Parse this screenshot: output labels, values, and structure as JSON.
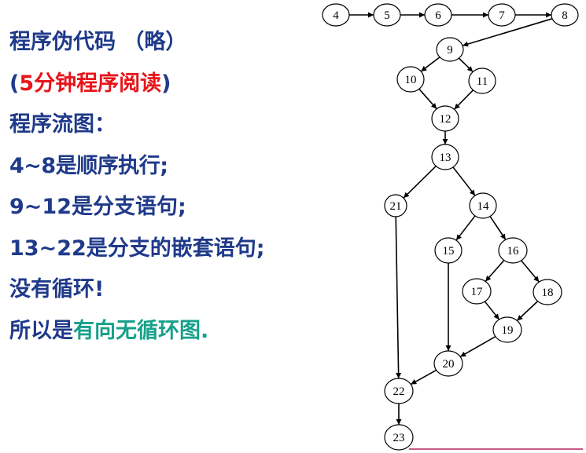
{
  "left_text": {
    "line1": "程序伪代码 （略）",
    "line2_open": "(",
    "line2_red": "5分钟程序阅读",
    "line2_close": ")",
    "line3": "程序流图：",
    "line4": "4~8是顺序执行;",
    "line5": "9~12是分支语句;",
    "line6": "13~22是分支的嵌套语句;",
    "line7": "没有循环!",
    "line8_prefix": "所以是",
    "line8_teal": "有向无循环图."
  },
  "graph": {
    "nodes": [
      {
        "id": "4",
        "label": "4"
      },
      {
        "id": "5",
        "label": "5"
      },
      {
        "id": "6",
        "label": "6"
      },
      {
        "id": "7",
        "label": "7"
      },
      {
        "id": "8",
        "label": "8"
      },
      {
        "id": "9",
        "label": "9"
      },
      {
        "id": "10",
        "label": "10"
      },
      {
        "id": "11",
        "label": "11"
      },
      {
        "id": "12",
        "label": "12"
      },
      {
        "id": "13",
        "label": "13"
      },
      {
        "id": "21",
        "label": "21"
      },
      {
        "id": "14",
        "label": "14"
      },
      {
        "id": "15",
        "label": "15"
      },
      {
        "id": "16",
        "label": "16"
      },
      {
        "id": "17",
        "label": "17"
      },
      {
        "id": "18",
        "label": "18"
      },
      {
        "id": "19",
        "label": "19"
      },
      {
        "id": "20",
        "label": "20"
      },
      {
        "id": "22",
        "label": "22"
      },
      {
        "id": "23",
        "label": "23"
      }
    ],
    "edges": [
      [
        "4",
        "5"
      ],
      [
        "5",
        "6"
      ],
      [
        "6",
        "7"
      ],
      [
        "7",
        "8"
      ],
      [
        "8",
        "9"
      ],
      [
        "9",
        "10"
      ],
      [
        "9",
        "11"
      ],
      [
        "10",
        "12"
      ],
      [
        "11",
        "12"
      ],
      [
        "12",
        "13"
      ],
      [
        "13",
        "21"
      ],
      [
        "13",
        "14"
      ],
      [
        "14",
        "15"
      ],
      [
        "14",
        "16"
      ],
      [
        "16",
        "17"
      ],
      [
        "16",
        "18"
      ],
      [
        "17",
        "19"
      ],
      [
        "18",
        "19"
      ],
      [
        "19",
        "20"
      ],
      [
        "15",
        "20"
      ],
      [
        "20",
        "22"
      ],
      [
        "21",
        "22"
      ],
      [
        "22",
        "23"
      ]
    ]
  },
  "colors": {
    "text_blue": "#1f3a8a",
    "text_red": "#e8141a",
    "text_teal": "#17a08a",
    "underline": "#b8245a"
  }
}
